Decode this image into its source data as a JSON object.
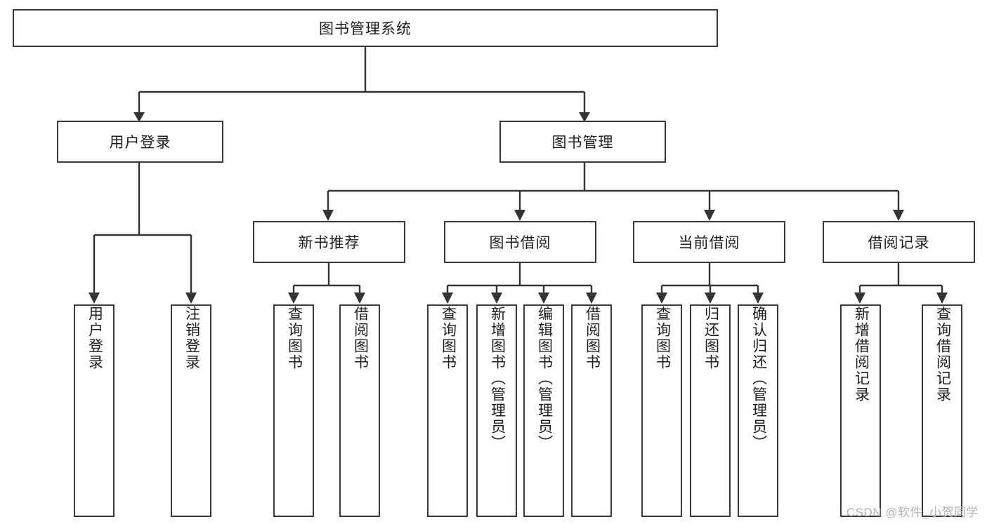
{
  "diagram": {
    "title": "图书管理系统",
    "root": {
      "label": "图书管理系统",
      "orientation": "horizontal"
    },
    "level1": [
      {
        "label": "用户登录"
      },
      {
        "label": "图书管理"
      }
    ],
    "level2": [
      {
        "label": "新书推荐"
      },
      {
        "label": "图书借阅"
      },
      {
        "label": "当前借阅"
      },
      {
        "label": "借阅记录"
      }
    ],
    "leaves": {
      "user_login": [
        {
          "label": "用户登录"
        },
        {
          "label": "注销登录"
        }
      ],
      "new_book_recommend": [
        {
          "label": "查询图书"
        },
        {
          "label": "借阅图书"
        }
      ],
      "book_borrow": [
        {
          "label": "查询图书"
        },
        {
          "label": "新增图书（管理员）"
        },
        {
          "label": "编辑图书（管理员）"
        },
        {
          "label": "借阅图书"
        }
      ],
      "current_borrow": [
        {
          "label": "查询图书"
        },
        {
          "label": "归还图书"
        },
        {
          "label": "确认归还（管理员）"
        }
      ],
      "borrow_record": [
        {
          "label": "新增借阅记录"
        },
        {
          "label": "查询借阅记录"
        }
      ]
    },
    "watermark": "CSDN @软件_小贺同学",
    "colors": {
      "border": "#3a3a3a",
      "wire": "#333333",
      "background": "#ffffff",
      "text": "#1c1c1c",
      "watermark": "#b3b3b3"
    }
  }
}
